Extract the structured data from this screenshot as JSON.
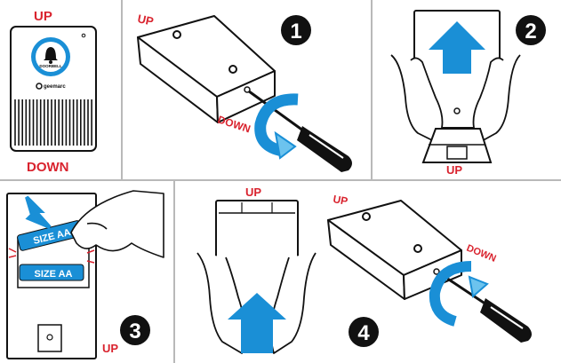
{
  "colors": {
    "red": "#d9232e",
    "blue": "#1a8fd6",
    "light_blue": "#6cc3ee",
    "divider": "#b9b9b9",
    "black": "#111111"
  },
  "panel0": {
    "top_label": "UP",
    "bottom_label": "DOWN",
    "device_text": "DOORBELL",
    "brand": "geemarc"
  },
  "panel1": {
    "step": "1",
    "up_label": "UP",
    "down_label": "DOWN"
  },
  "panel2": {
    "step": "2",
    "up_label": "UP"
  },
  "panel3": {
    "step": "3",
    "up_label": "UP",
    "battery_label_1": "SIZE AA",
    "battery_label_2": "SIZE AA"
  },
  "panel4": {
    "step": "4",
    "up_label": "UP",
    "up_label_2": "UP",
    "down_label": "DOWN"
  },
  "icons": [
    "bell-icon",
    "arrow-up-icon",
    "arrow-down-icon",
    "rotate-arrow-icon",
    "screwdriver-icon",
    "hand-icon",
    "battery-icon"
  ]
}
